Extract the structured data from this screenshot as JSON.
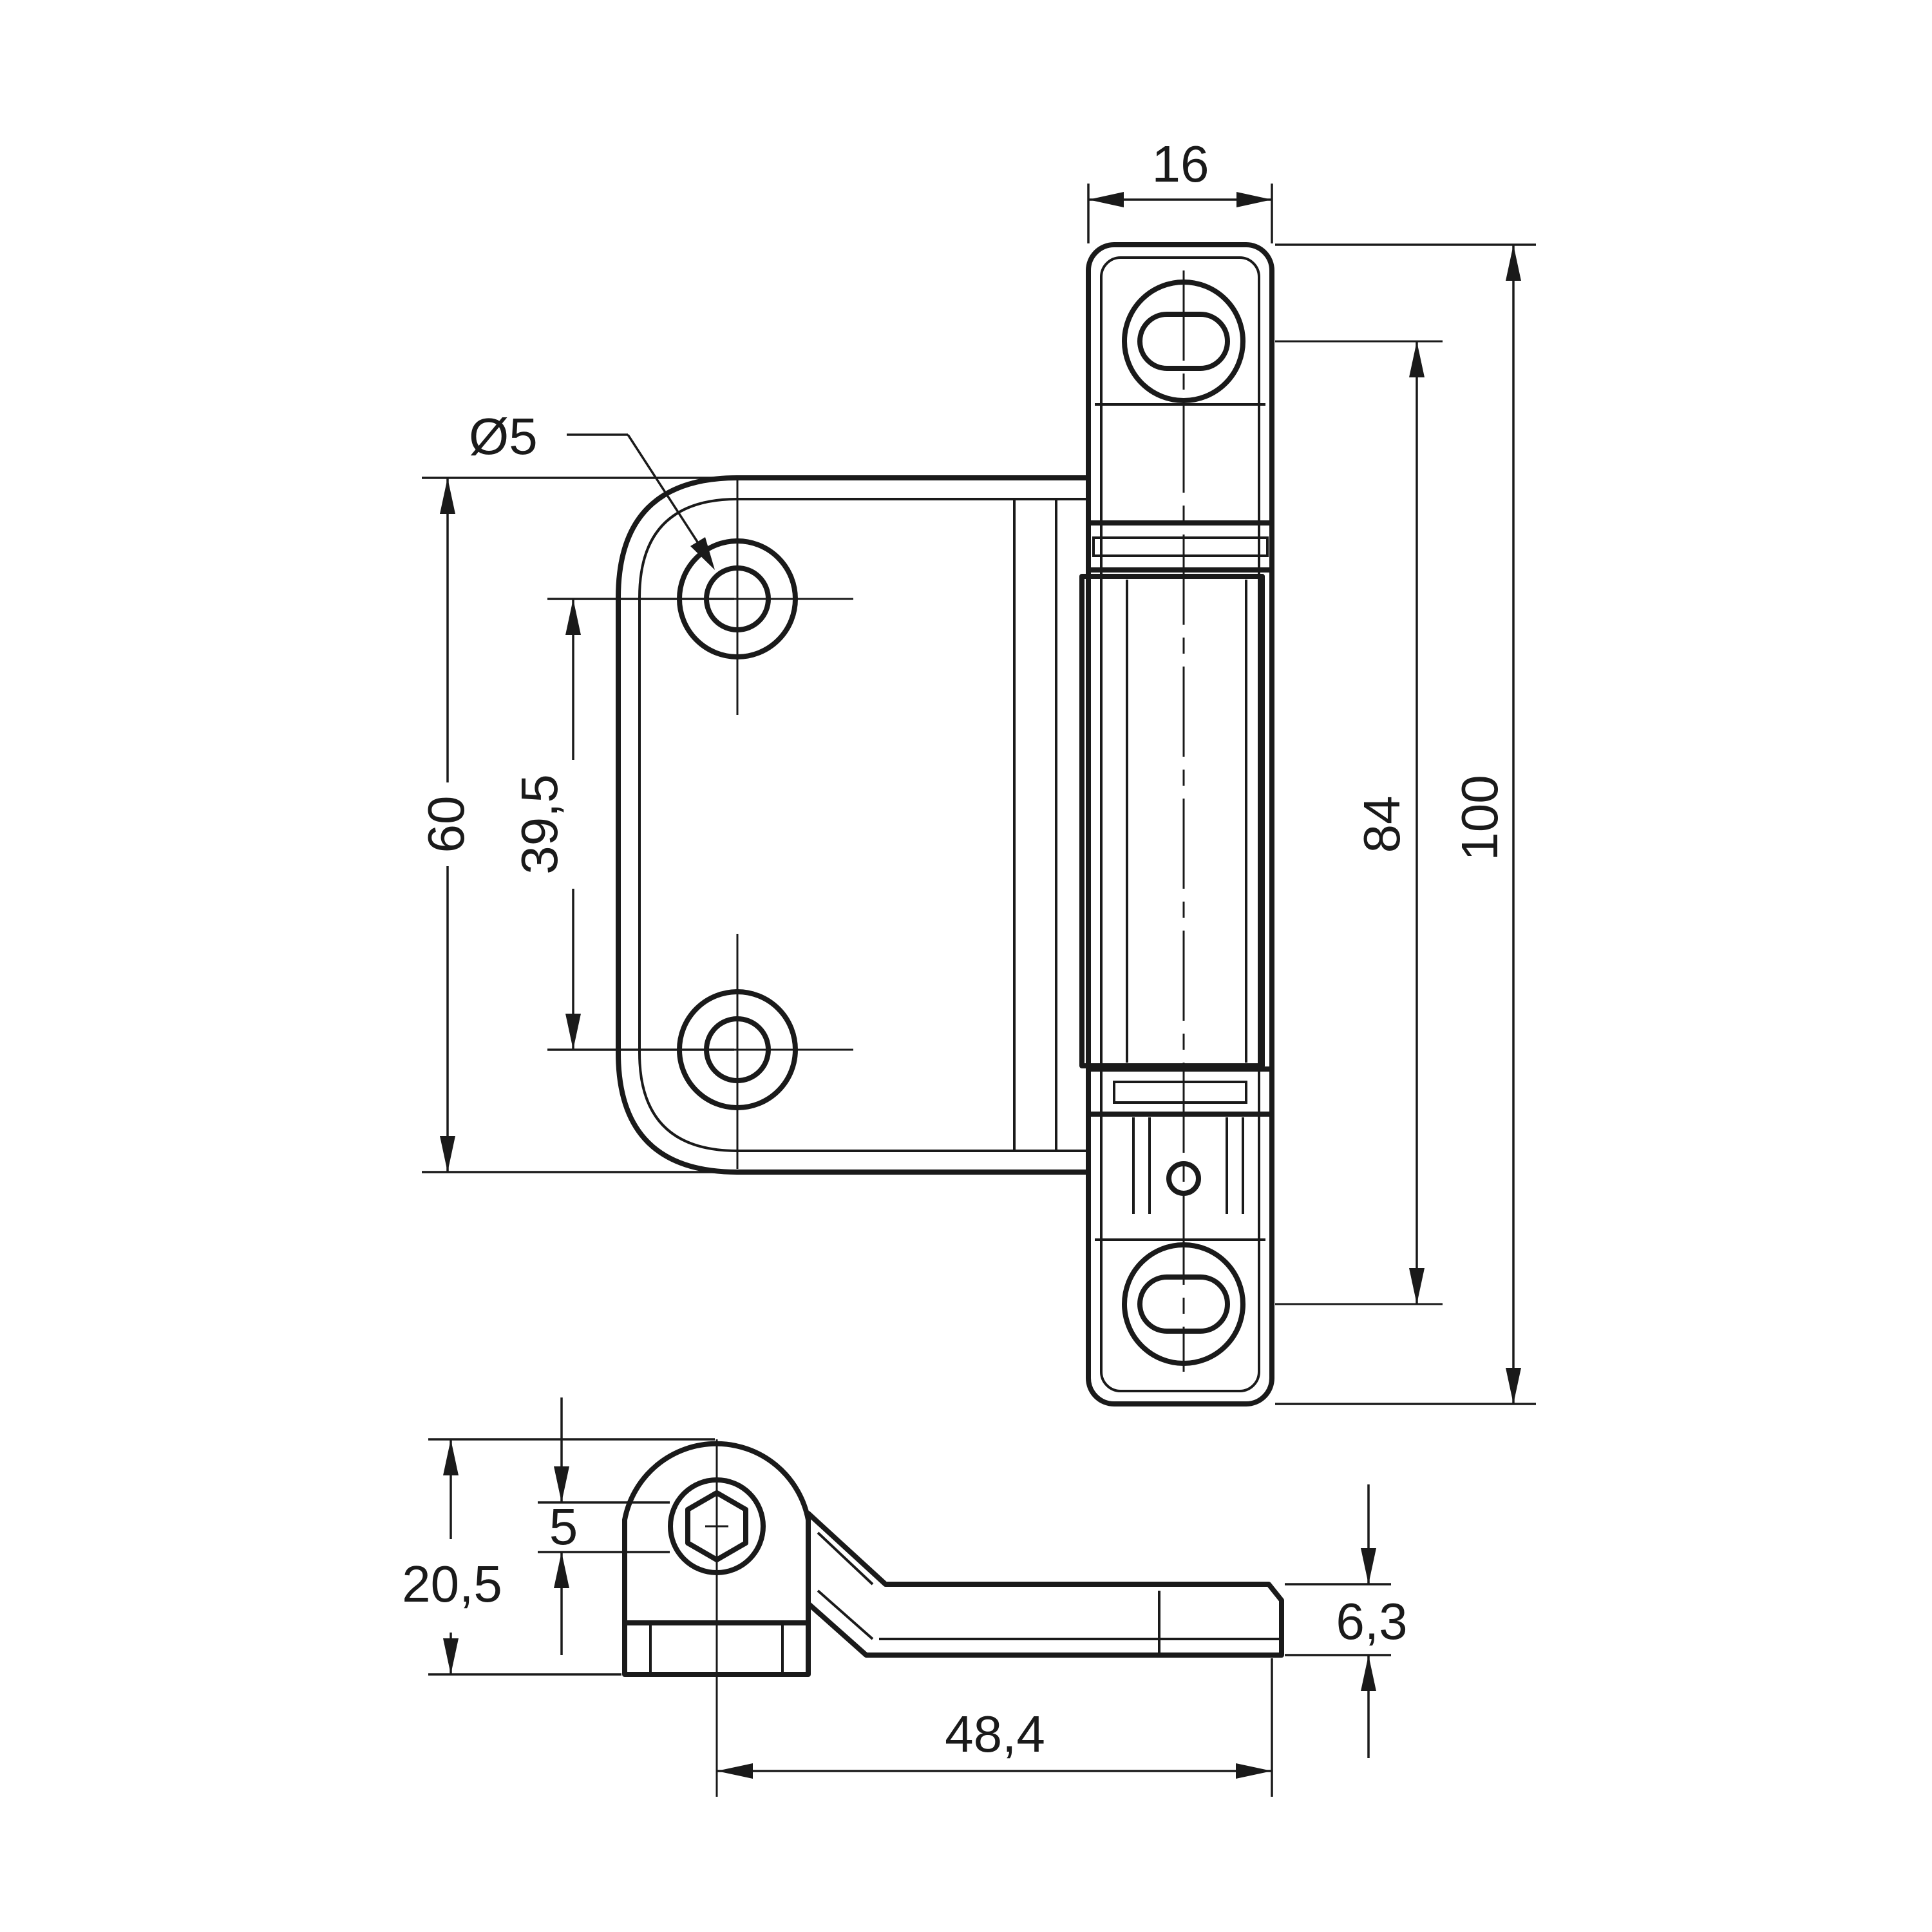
{
  "dimensions": {
    "hole_diameter": "Ø5",
    "plate_height": "60",
    "hole_spacing": "39,5",
    "knuckle_width": "16",
    "slot_spacing": "84",
    "overall_height": "100",
    "side_height": "20,5",
    "bore_size": "5",
    "leaf_thickness": "6,3",
    "side_length": "48,4"
  }
}
